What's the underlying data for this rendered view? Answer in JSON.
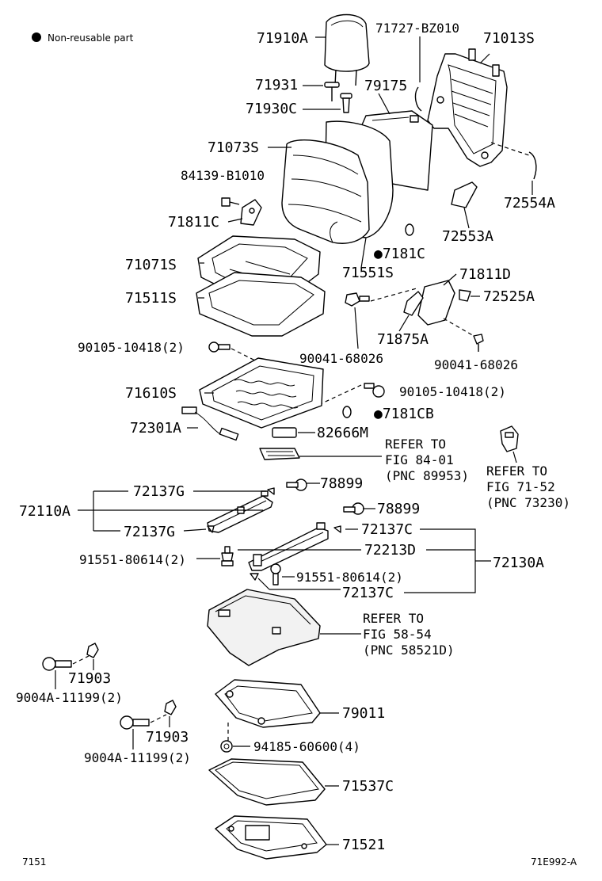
{
  "legend": {
    "bullet": "●",
    "text": "Non-reusable part"
  },
  "labels": {
    "p71910A": "71910A",
    "p71727": "71727-BZ010",
    "p71013S": "71013S",
    "p71931": "71931",
    "p79175": "79175",
    "p71930C": "71930C",
    "p71073S": "71073S",
    "p84139": "84139-B1010",
    "p72554A": "72554A",
    "p71811C": "71811C",
    "p72553A": "72553A",
    "p7181C": "●7181C",
    "p71071S": "71071S",
    "p71551S": "71551S",
    "p71811D": "71811D",
    "p71511S": "71511S",
    "p72525A": "72525A",
    "p71875A": "71875A",
    "p90105a": "90105-10418(2)",
    "p90041a": "90041-68026",
    "p90041b": "90041-68026",
    "p71610S": "71610S",
    "p90105b": "90105-10418(2)",
    "p7181CB": "●7181CB",
    "p72301A": "72301A",
    "p82666M": "82666M",
    "p72137Ga": "72137G",
    "p78899a": "78899",
    "p72110A": "72110A",
    "p78899b": "78899",
    "p72137Gb": "72137G",
    "p72137Ca": "72137C",
    "p72213D": "72213D",
    "p91551a": "91551-80614(2)",
    "p72130A": "72130A",
    "p91551b": "91551-80614(2)",
    "p72137Cb": "72137C",
    "p71903a": "71903",
    "p9004Aa": "9004A-11199(2)",
    "p79011": "79011",
    "p71903b": "71903",
    "p94185": "94185-60600(4)",
    "p9004Ab": "9004A-11199(2)",
    "p71537C": "71537C",
    "p71521": "71521"
  },
  "refs": {
    "fig84": [
      "REFER TO",
      "FIG 84-01",
      "(PNC 89953)"
    ],
    "fig71": [
      "REFER TO",
      "FIG 71-52",
      "(PNC 73230)"
    ],
    "fig58": [
      "REFER TO",
      "FIG 58-54",
      "(PNC 58521D)"
    ]
  },
  "footer": {
    "left": "7151",
    "right": "71E992-A"
  }
}
